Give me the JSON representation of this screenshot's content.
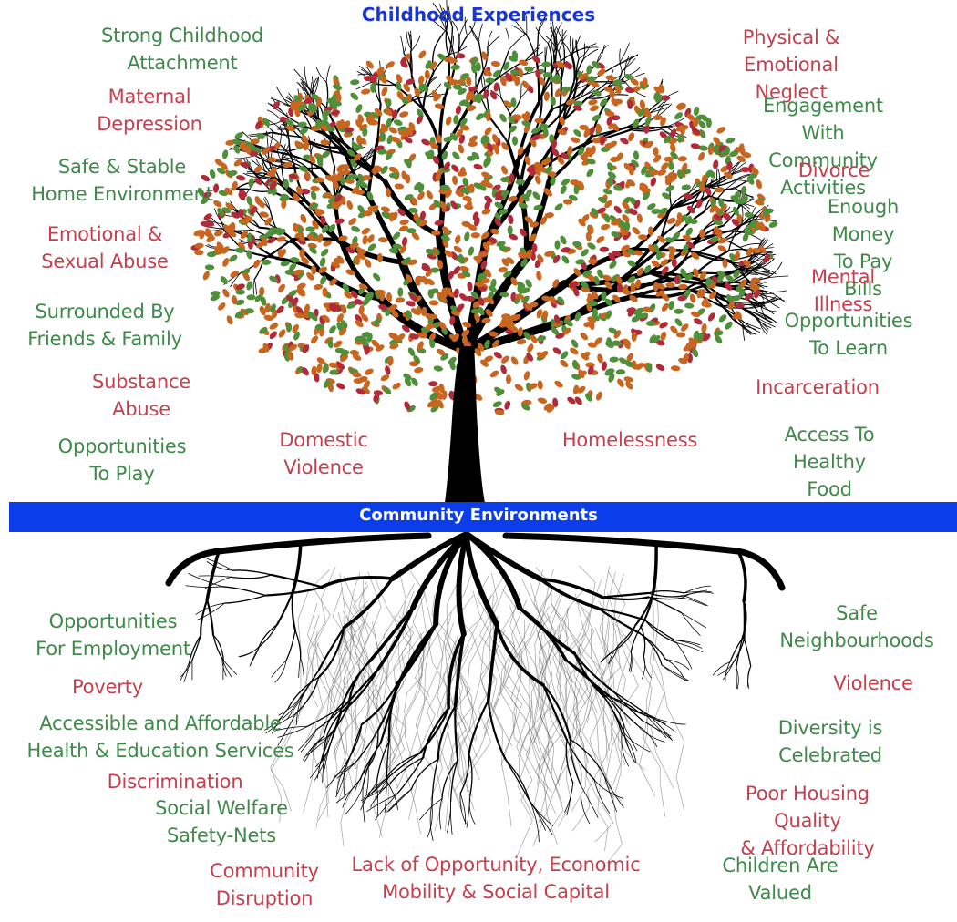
{
  "colors": {
    "positive": "#3f8a4a",
    "negative": "#c63f4d",
    "banner": "#0b3dea",
    "title": "#1a35d6",
    "trunk": "#000000",
    "leaf_orange": "#c8651e",
    "leaf_green": "#4f8f3a",
    "leaf_red": "#b02a3a"
  },
  "title": "Childhood Experiences",
  "banner": "Community Environments",
  "experiences": {
    "left": [
      {
        "text": "Strong Childhood\nAttachment",
        "tone": "positive"
      },
      {
        "text": "Maternal\nDepression",
        "tone": "negative"
      },
      {
        "text": "Safe & Stable\nHome Environment",
        "tone": "positive"
      },
      {
        "text": "Emotional &\nSexual Abuse",
        "tone": "negative"
      },
      {
        "text": "Surrounded By\nFriends & Family",
        "tone": "positive"
      },
      {
        "text": "Substance\nAbuse",
        "tone": "negative"
      },
      {
        "text": "Opportunities\nTo Play",
        "tone": "positive"
      }
    ],
    "center": [
      {
        "text": "Domestic\nViolence",
        "tone": "negative"
      },
      {
        "text": "Homelessness",
        "tone": "negative"
      }
    ],
    "right": [
      {
        "text": "Physical &\nEmotional Neglect",
        "tone": "negative"
      },
      {
        "text": "Engagement With\nCommunity Activities",
        "tone": "positive"
      },
      {
        "text": "Divorce",
        "tone": "negative"
      },
      {
        "text": "Enough Money\nTo Pay Bills",
        "tone": "positive"
      },
      {
        "text": "Mental Illness",
        "tone": "negative"
      },
      {
        "text": "Opportunities\nTo Learn",
        "tone": "positive"
      },
      {
        "text": "Incarceration",
        "tone": "negative"
      },
      {
        "text": "Access To Healthy\nFood",
        "tone": "positive"
      }
    ]
  },
  "environments": {
    "left": [
      {
        "text": "Opportunities\nFor Employment",
        "tone": "positive"
      },
      {
        "text": "Poverty",
        "tone": "negative"
      },
      {
        "text": "Accessible and Affordable\nHealth & Education Services",
        "tone": "positive"
      },
      {
        "text": "Discrimination",
        "tone": "negative"
      },
      {
        "text": "Social Welfare\nSafety-Nets",
        "tone": "positive"
      },
      {
        "text": "Community\nDisruption",
        "tone": "negative"
      }
    ],
    "center": [
      {
        "text": "Lack of Opportunity, Economic\nMobility & Social Capital",
        "tone": "negative"
      }
    ],
    "right": [
      {
        "text": "Safe\nNeighbourhoods",
        "tone": "positive"
      },
      {
        "text": "Violence",
        "tone": "negative"
      },
      {
        "text": "Diversity is Celebrated",
        "tone": "positive"
      },
      {
        "text": "Poor Housing Quality\n& Affordability",
        "tone": "negative"
      },
      {
        "text": "Children Are Valued",
        "tone": "positive"
      }
    ]
  }
}
